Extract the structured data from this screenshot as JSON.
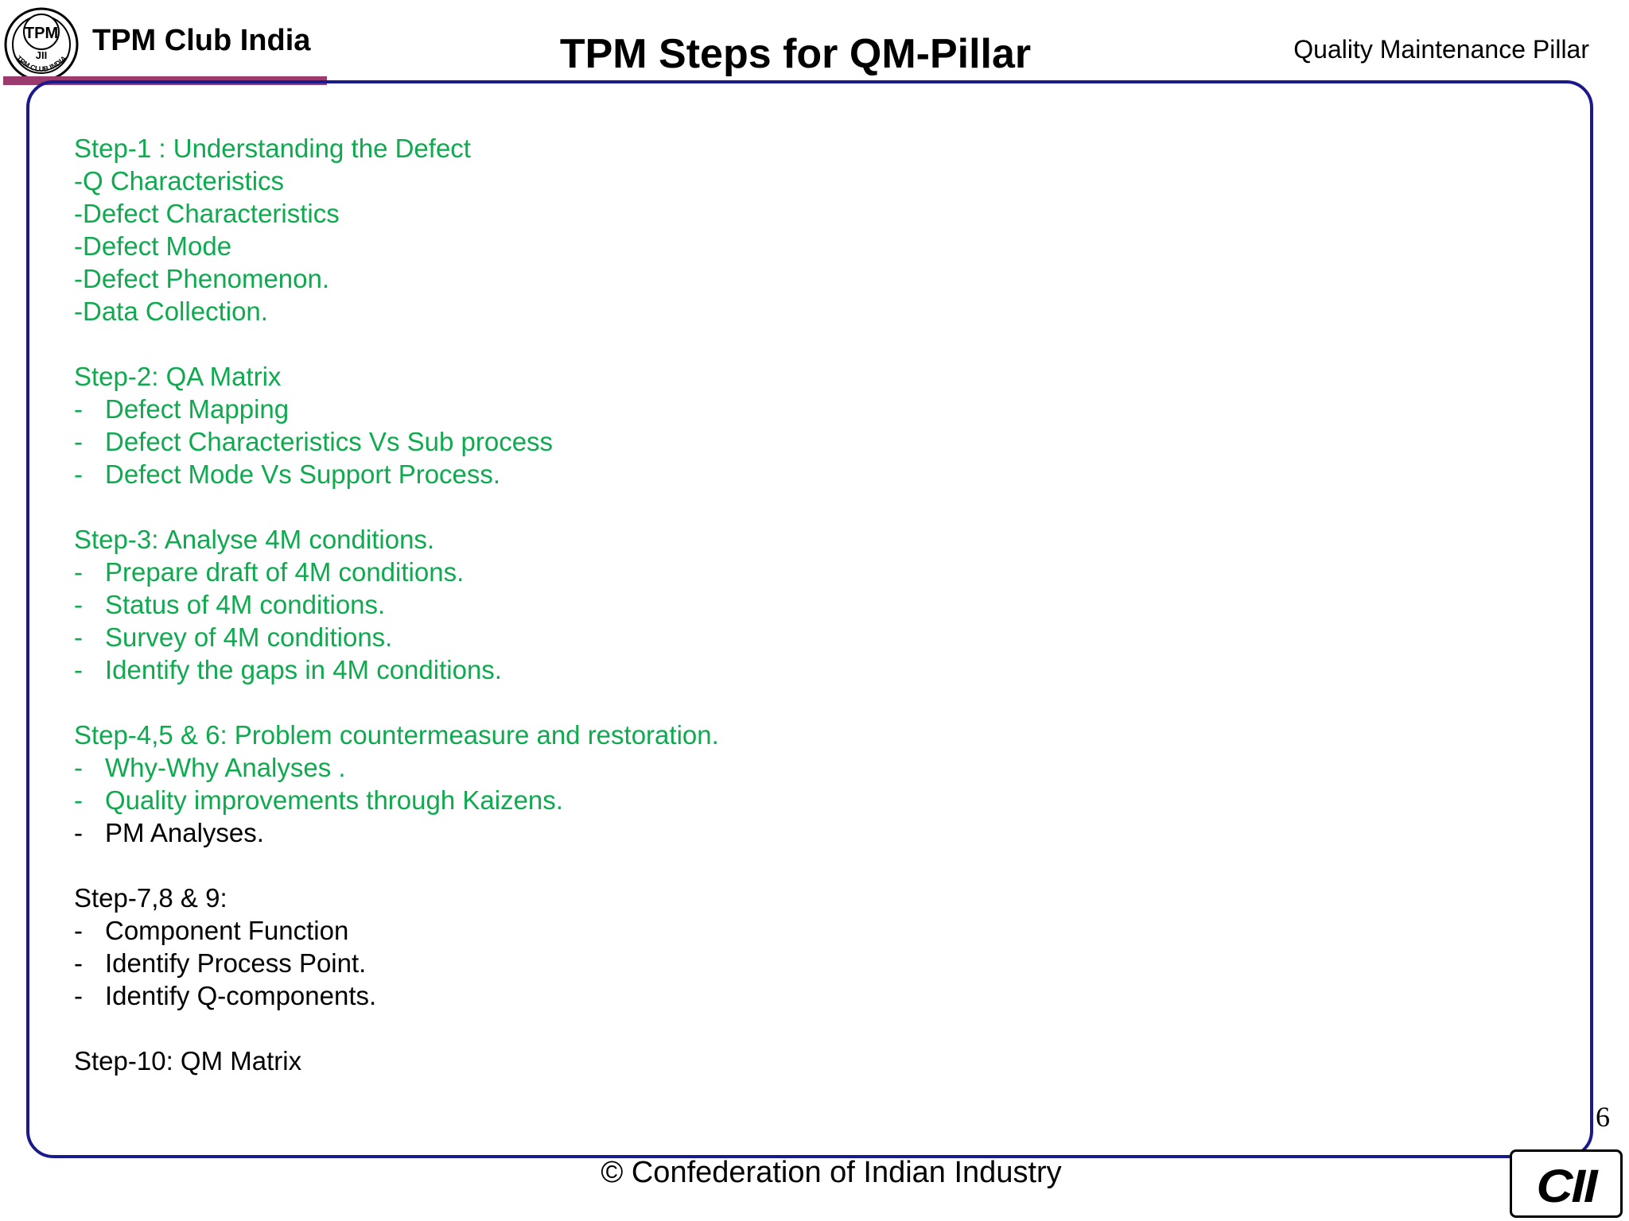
{
  "header": {
    "club_name": "TPM Club India",
    "title": "TPM Steps for QM-Pillar",
    "pillar": "Quality Maintenance Pillar",
    "seal_text": [
      "TPM",
      "TPM CLUB INDIA"
    ]
  },
  "colors": {
    "accent_green": "#0faa4f",
    "frame_blue": "#1a1a8c",
    "header_bar": "#9b3a6d"
  },
  "blocks": [
    {
      "heading": "Step-1 : Understanding the Defect",
      "color": "green",
      "lines": [
        {
          "text": "-Q Characteristics",
          "color": "green"
        },
        {
          "text": "-Defect Characteristics",
          "color": "green"
        },
        {
          "text": "-Defect Mode",
          "color": "green"
        },
        {
          "text": "-Defect Phenomenon.",
          "color": "green"
        },
        {
          "text": "-Data Collection.",
          "color": "green"
        }
      ]
    },
    {
      "heading": "Step-2: QA Matrix",
      "color": "green",
      "bullets": [
        {
          "text": "Defect Mapping",
          "color": "green"
        },
        {
          "text": "Defect Characteristics Vs Sub process",
          "color": "green"
        },
        {
          "text": "Defect Mode Vs Support Process.",
          "color": "green"
        }
      ]
    },
    {
      "heading": "Step-3: Analyse 4M conditions.",
      "color": "green",
      "bullets": [
        {
          "text": "Prepare draft of 4M conditions.",
          "color": "green"
        },
        {
          "text": "Status of 4M conditions.",
          "color": "green"
        },
        {
          "text": "Survey of 4M conditions.",
          "color": "green"
        },
        {
          "text": "Identify the gaps in 4M conditions.",
          "color": "green"
        }
      ]
    },
    {
      "heading": "Step-4,5 & 6: Problem countermeasure and restoration.",
      "color": "green",
      "bullets": [
        {
          "text": "Why-Why Analyses .",
          "color": "green"
        },
        {
          "text": "Quality improvements through Kaizens.",
          "color": "green"
        },
        {
          "text": "PM Analyses.",
          "color": "black"
        }
      ]
    },
    {
      "heading": "Step-7,8 & 9:",
      "color": "black",
      "bullets": [
        {
          "text": "Component Function",
          "color": "black"
        },
        {
          "text": "Identify Process Point.",
          "color": "black"
        },
        {
          "text": "Identify Q-components.",
          "color": "black"
        }
      ]
    },
    {
      "heading": "Step-10: QM Matrix",
      "color": "black"
    }
  ],
  "bullet_dash": "-",
  "page_number": "6",
  "footer": {
    "text": "© Confederation of Indian Industry"
  },
  "footer_logo": {
    "text": "CII"
  }
}
